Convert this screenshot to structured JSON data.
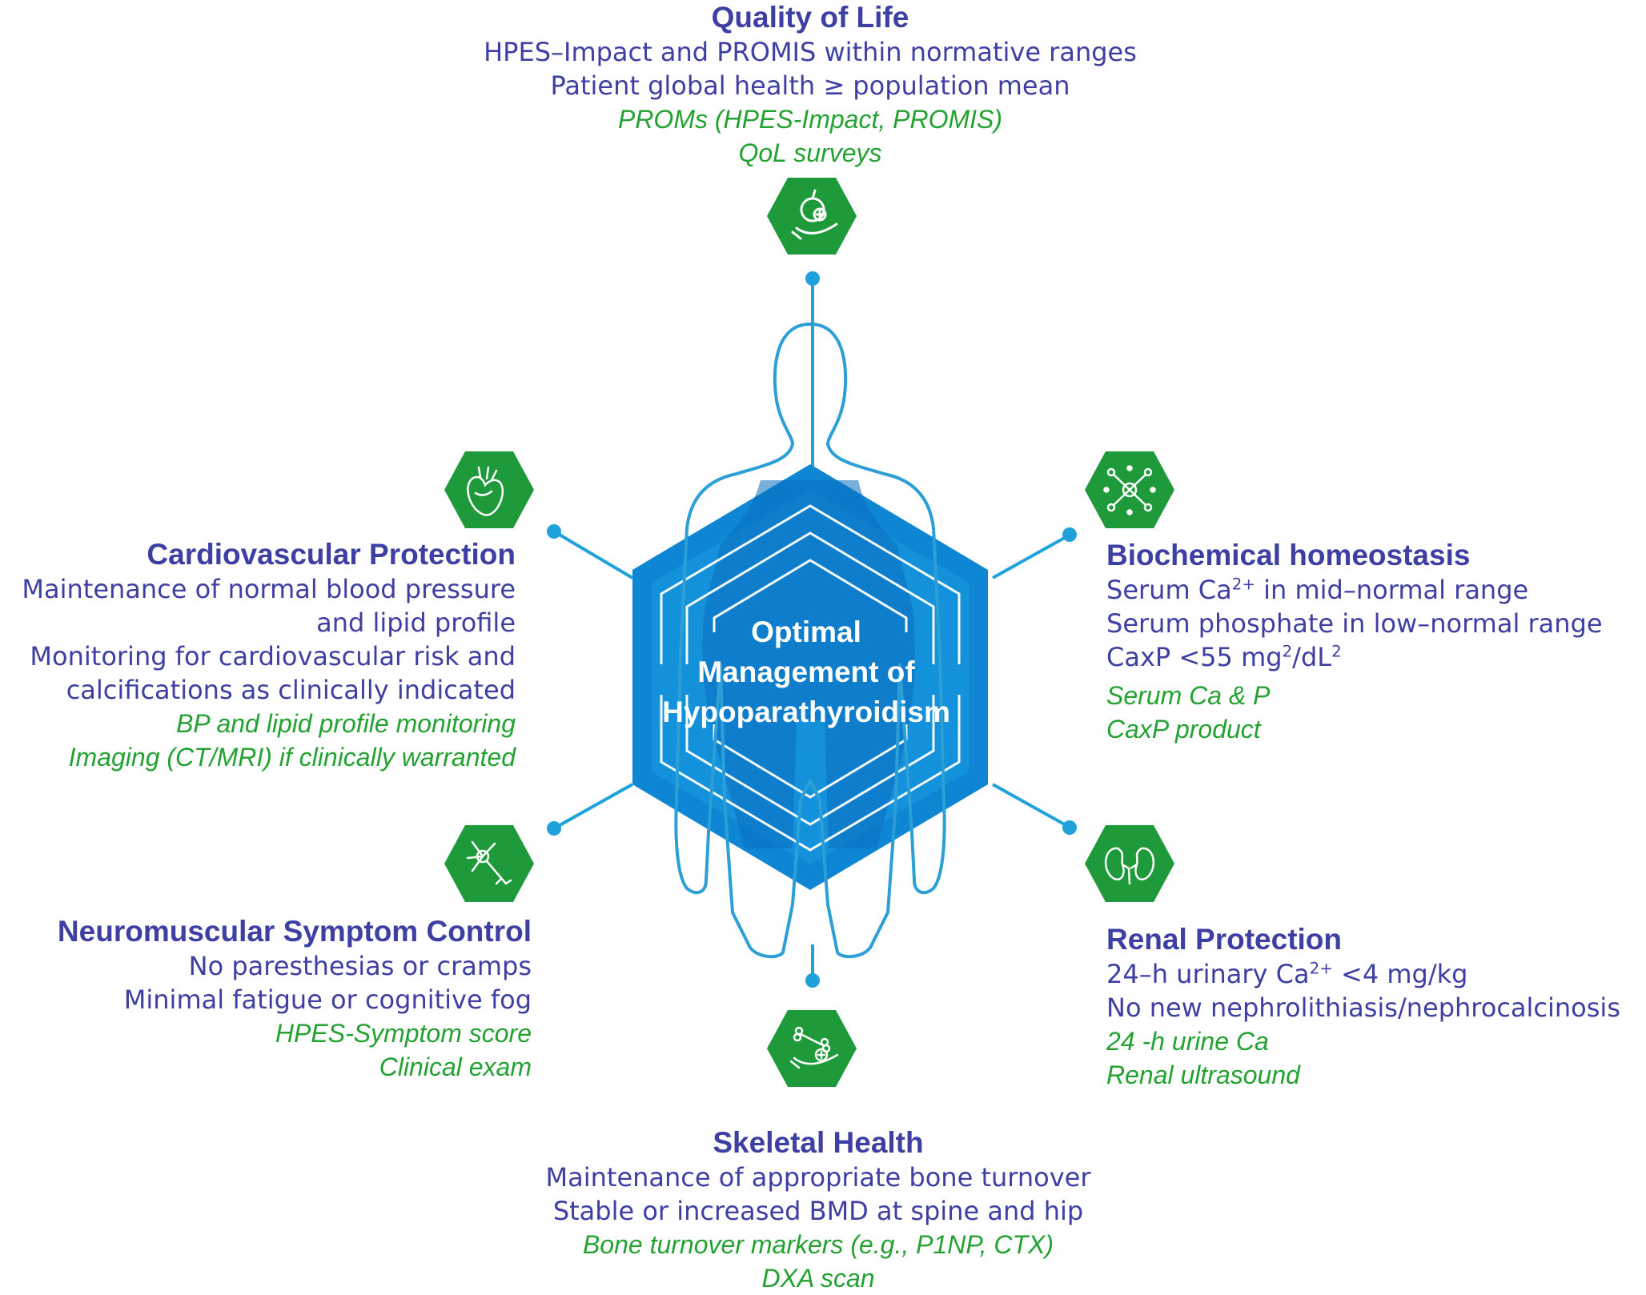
{
  "center": {
    "label_lines": [
      "Optimal",
      "Management of",
      "Hypoparathyroidism"
    ]
  },
  "colors": {
    "title_text": "#3d3fa3",
    "measure_text": "#23a232",
    "icon_hexagon": "#1e9a3a",
    "core_hexagon": "#0e86d4",
    "connector_lines": "#1fa2dc",
    "figure_outline": "#2b9fd6"
  },
  "domains": {
    "quality_of_life": {
      "icon": "apple-in-hand-icon",
      "title": "Quality of Life",
      "criteria": [
        "HPES–Impact and PROMIS within normative ranges",
        "Patient global health ≥ population mean"
      ],
      "measures": [
        "PROMs (HPES-Impact, PROMIS)",
        "QoL surveys"
      ]
    },
    "biochemical": {
      "icon": "molecule-network-icon",
      "title": "Biochemical homeostasis",
      "criteria": [
        {
          "pre": "Serum Ca",
          "sup": "2+",
          "post": " in mid–normal range"
        },
        {
          "pre": "Serum phosphate in low–normal range",
          "sup": "",
          "post": ""
        },
        {
          "pre": "CaxP <55 mg",
          "sup": "2",
          "mid": "/dL",
          "sup2": "2",
          "post": ""
        }
      ],
      "measures": [
        "Serum Ca & P",
        "CaxP product"
      ]
    },
    "renal": {
      "icon": "kidneys-icon",
      "title": "Renal Protection",
      "criteria": [
        {
          "pre": "24–h urinary Ca",
          "sup": "2+",
          "post": " <4 mg/kg"
        },
        {
          "pre": "No new nephrolithiasis/nephrocalcinosis",
          "sup": "",
          "post": ""
        }
      ],
      "measures": [
        "24 -h urine  Ca",
        "Renal ultrasound"
      ]
    },
    "skeletal": {
      "icon": "bone-in-hand-icon",
      "title": "Skeletal Health",
      "criteria": [
        "Maintenance of appropriate bone turnover",
        "Stable or increased BMD at spine and hip"
      ],
      "measures": [
        "Bone turnover markers (e.g., P1NP, CTX)",
        "DXA scan"
      ]
    },
    "neuromuscular": {
      "icon": "neuron-icon",
      "title": "Neuromuscular Symptom Control",
      "criteria": [
        "No paresthesias or cramps",
        "Minimal fatigue or cognitive fog"
      ],
      "measures": [
        "HPES-Symptom score",
        "Clinical  exam"
      ]
    },
    "cardiovascular": {
      "icon": "heart-icon",
      "title": "Cardiovascular Protection",
      "criteria": [
        "Maintenance of normal blood pressure",
        "and lipid profile",
        "Monitoring for cardiovascular risk and",
        "calcifications as clinically indicated"
      ],
      "measures": [
        "BP and lipid profile monitoring",
        "Imaging (CT/MRI) if clinically warranted"
      ]
    }
  }
}
